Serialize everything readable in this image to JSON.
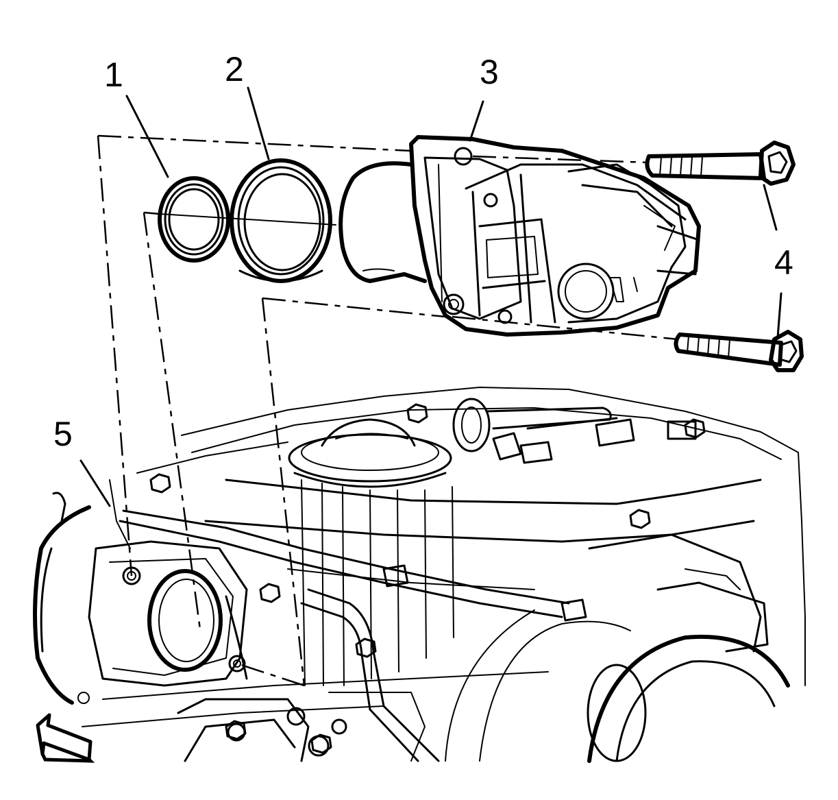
{
  "diagram": {
    "callouts": {
      "c1": "1",
      "c2": "2",
      "c3": "3",
      "c4": "4",
      "c5": "5"
    },
    "colors": {
      "ink": "#000000",
      "paper": "#ffffff"
    },
    "icons": {
      "orientation_arrow": "arrow-up-left-icon"
    }
  }
}
